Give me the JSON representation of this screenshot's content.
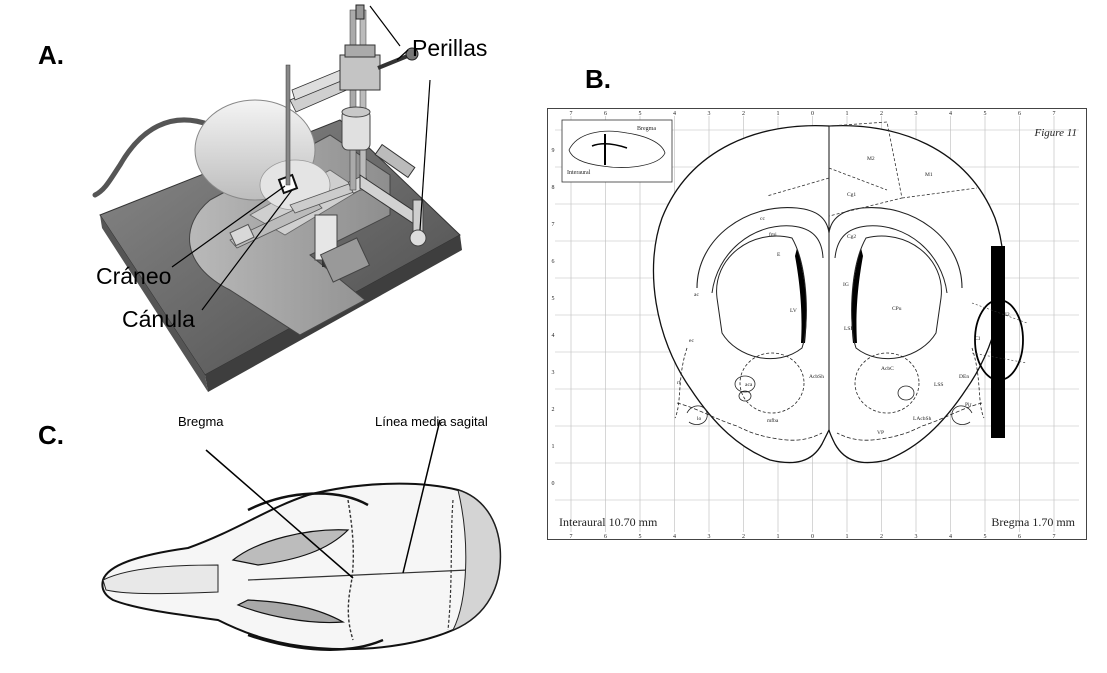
{
  "panels": {
    "a": {
      "letter": "A.",
      "labels": {
        "knobs": "Perillas",
        "skull": "Cráneo",
        "cannula": "Cánula"
      }
    },
    "b": {
      "letter": "B.",
      "figure_label": "Figure 11",
      "interaural": "Interaural 10.70 mm",
      "bregma": "Bregma 1.70 mm",
      "inset": {
        "interaural": "Interaural",
        "bregma": "Bregma"
      },
      "top_ticks": [
        "7",
        "6",
        "5",
        "4",
        "3",
        "2",
        "1",
        "0",
        "1",
        "2",
        "3",
        "4",
        "5",
        "6",
        "7"
      ],
      "bottom_ticks": [
        "7",
        "6",
        "5",
        "4",
        "3",
        "2",
        "1",
        "0",
        "1",
        "2",
        "3",
        "4",
        "5",
        "6",
        "7"
      ],
      "left_ticks": [
        "9",
        "8",
        "7",
        "6",
        "5",
        "4",
        "3",
        "2",
        "1",
        "0"
      ],
      "regions": [
        "M2",
        "M1",
        "Cg1",
        "Cg2",
        "fmi",
        "E",
        "LV",
        "CPu",
        "ac",
        "aca",
        "AcbSh",
        "AcbC",
        "LSI",
        "IG",
        "Cl",
        "DEn",
        "Pir",
        "LSS",
        "LAcbSh",
        "mfba",
        "VP",
        "rf",
        "lo",
        "ec",
        "cc",
        "I2"
      ]
    },
    "c": {
      "letter": "C.",
      "labels": {
        "bregma": "Bregma",
        "midline": "Línea media sagital"
      }
    }
  }
}
